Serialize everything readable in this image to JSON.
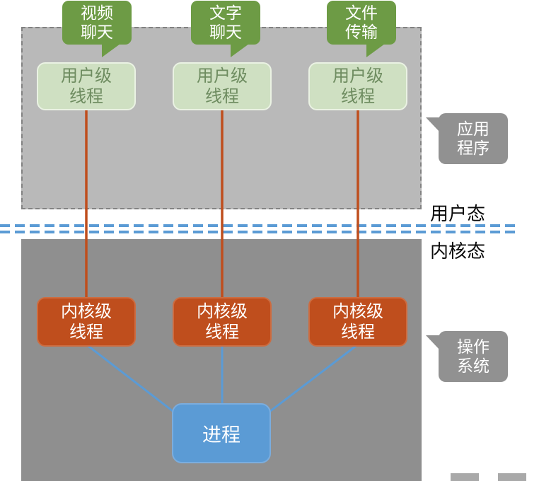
{
  "diagram": {
    "apps": [
      {
        "label": "视频\n聊天"
      },
      {
        "label": "文字\n聊天"
      },
      {
        "label": "文件\n传输"
      }
    ],
    "user_threads": [
      {
        "label": "用户级\n线程"
      },
      {
        "label": "用户级\n线程"
      },
      {
        "label": "用户级\n线程"
      }
    ],
    "kernel_threads": [
      {
        "label": "内核级\n线程"
      },
      {
        "label": "内核级\n线程"
      },
      {
        "label": "内核级\n线程"
      }
    ],
    "process": {
      "label": "进程"
    },
    "mode_labels": {
      "user": "用户态",
      "kernel": "内核态"
    },
    "side_callouts": [
      {
        "label": "应用\n程序"
      },
      {
        "label": "操作\n系统"
      }
    ],
    "colors": {
      "app_green": "#6d9b45",
      "user_thread_fill": "#cfe0c2",
      "user_thread_text": "#6e8c60",
      "kernel_orange": "#bf4e1d",
      "process_blue": "#5b9bd5",
      "divider_blue": "#5b9bd5",
      "user_space_gray": "#b9b9b9",
      "kernel_space_gray": "#8f8f8f",
      "callout_gray": "#919191"
    }
  }
}
